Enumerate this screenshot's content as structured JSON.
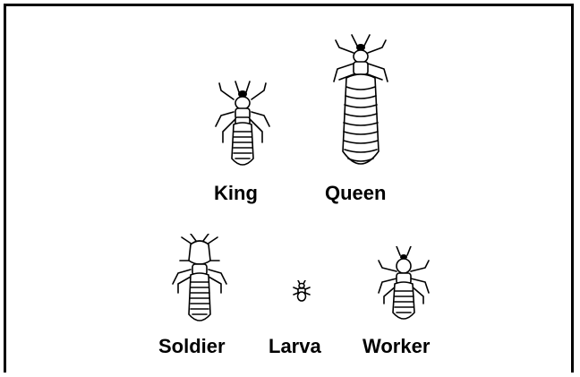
{
  "caste_labels": {
    "king": "King",
    "queen": "Queen",
    "soldier": "Soldier",
    "larva": "Larva",
    "worker": "Worker"
  },
  "colors": {
    "ink": "#000000",
    "background": "#ffffff"
  }
}
